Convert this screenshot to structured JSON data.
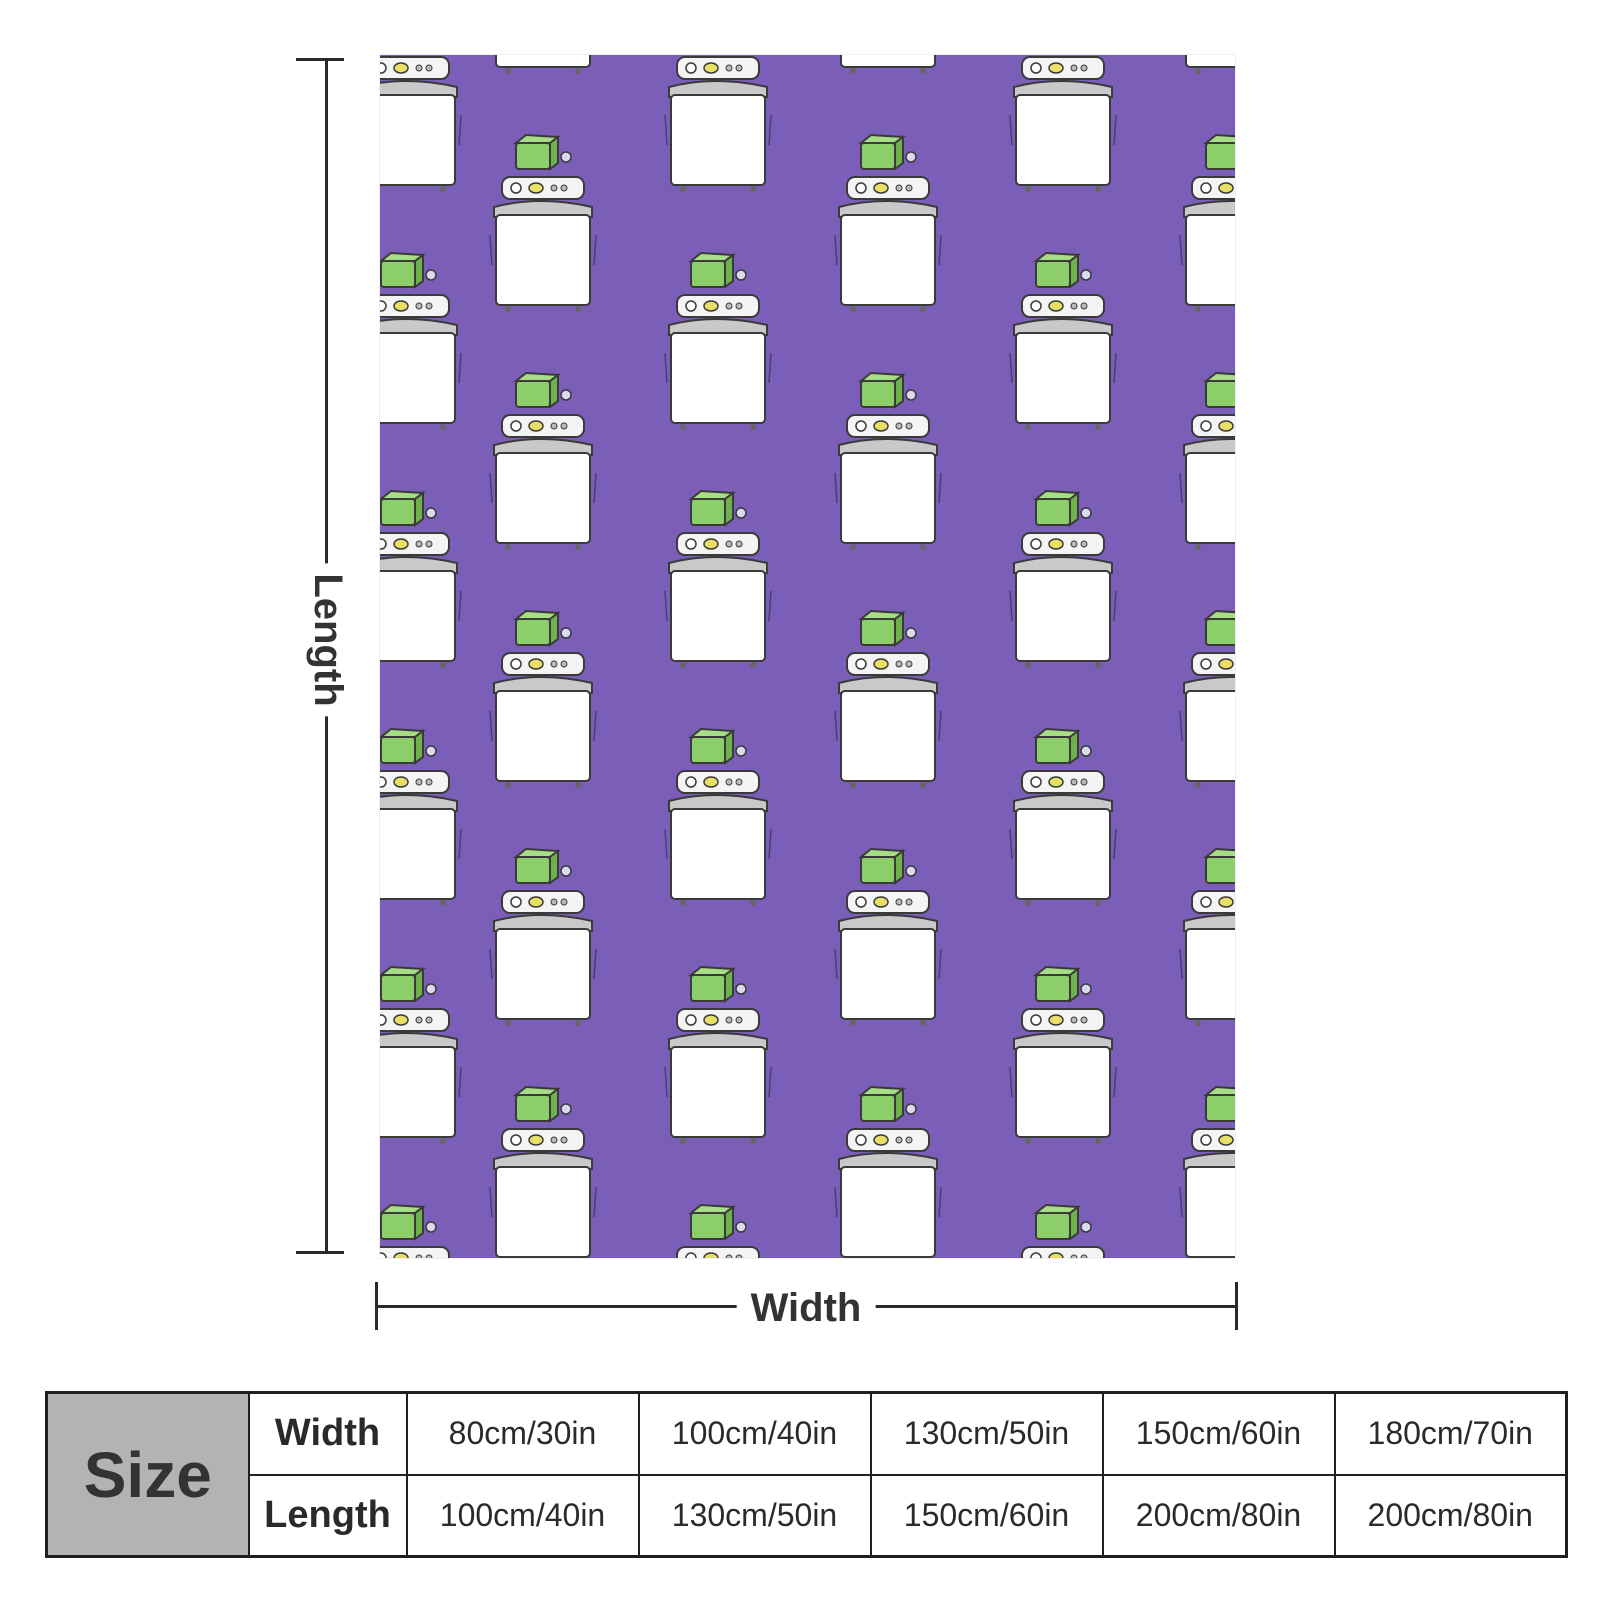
{
  "product": {
    "pattern_icon": "washing-machine-with-soap-box",
    "background_color": "#7b5eb8"
  },
  "dimensions": {
    "length_label": "Length",
    "width_label": "Width"
  },
  "size_table": {
    "header": "Size",
    "rows": [
      {
        "label": "Width",
        "values": [
          "80cm/30in",
          "100cm/40in",
          "130cm/50in",
          "150cm/60in",
          "180cm/70in"
        ]
      },
      {
        "label": "Length",
        "values": [
          "100cm/40in",
          "130cm/50in",
          "150cm/60in",
          "200cm/80in",
          "200cm/80in"
        ]
      }
    ]
  }
}
